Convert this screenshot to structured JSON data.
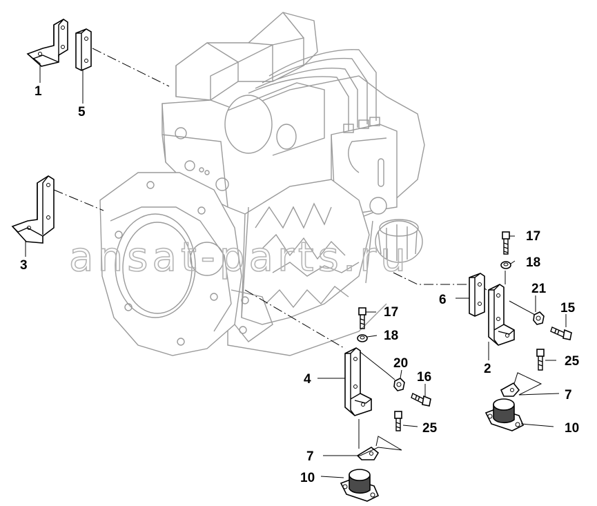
{
  "watermark": "ansat-parts.ru",
  "callouts": [
    {
      "id": "c1",
      "text": "1"
    },
    {
      "id": "c5",
      "text": "5"
    },
    {
      "id": "c3",
      "text": "3"
    },
    {
      "id": "c17a",
      "text": "17"
    },
    {
      "id": "c18a",
      "text": "18"
    },
    {
      "id": "c21",
      "text": "21"
    },
    {
      "id": "c15",
      "text": "15"
    },
    {
      "id": "c6",
      "text": "6"
    },
    {
      "id": "c2",
      "text": "2"
    },
    {
      "id": "c25a",
      "text": "25"
    },
    {
      "id": "c7a",
      "text": "7"
    },
    {
      "id": "c10a",
      "text": "10"
    },
    {
      "id": "c17b",
      "text": "17"
    },
    {
      "id": "c18b",
      "text": "18"
    },
    {
      "id": "c4",
      "text": "4"
    },
    {
      "id": "c20",
      "text": "20"
    },
    {
      "id": "c16",
      "text": "16"
    },
    {
      "id": "c25b",
      "text": "25"
    },
    {
      "id": "c7b",
      "text": "7"
    },
    {
      "id": "c10b",
      "text": "10"
    }
  ]
}
